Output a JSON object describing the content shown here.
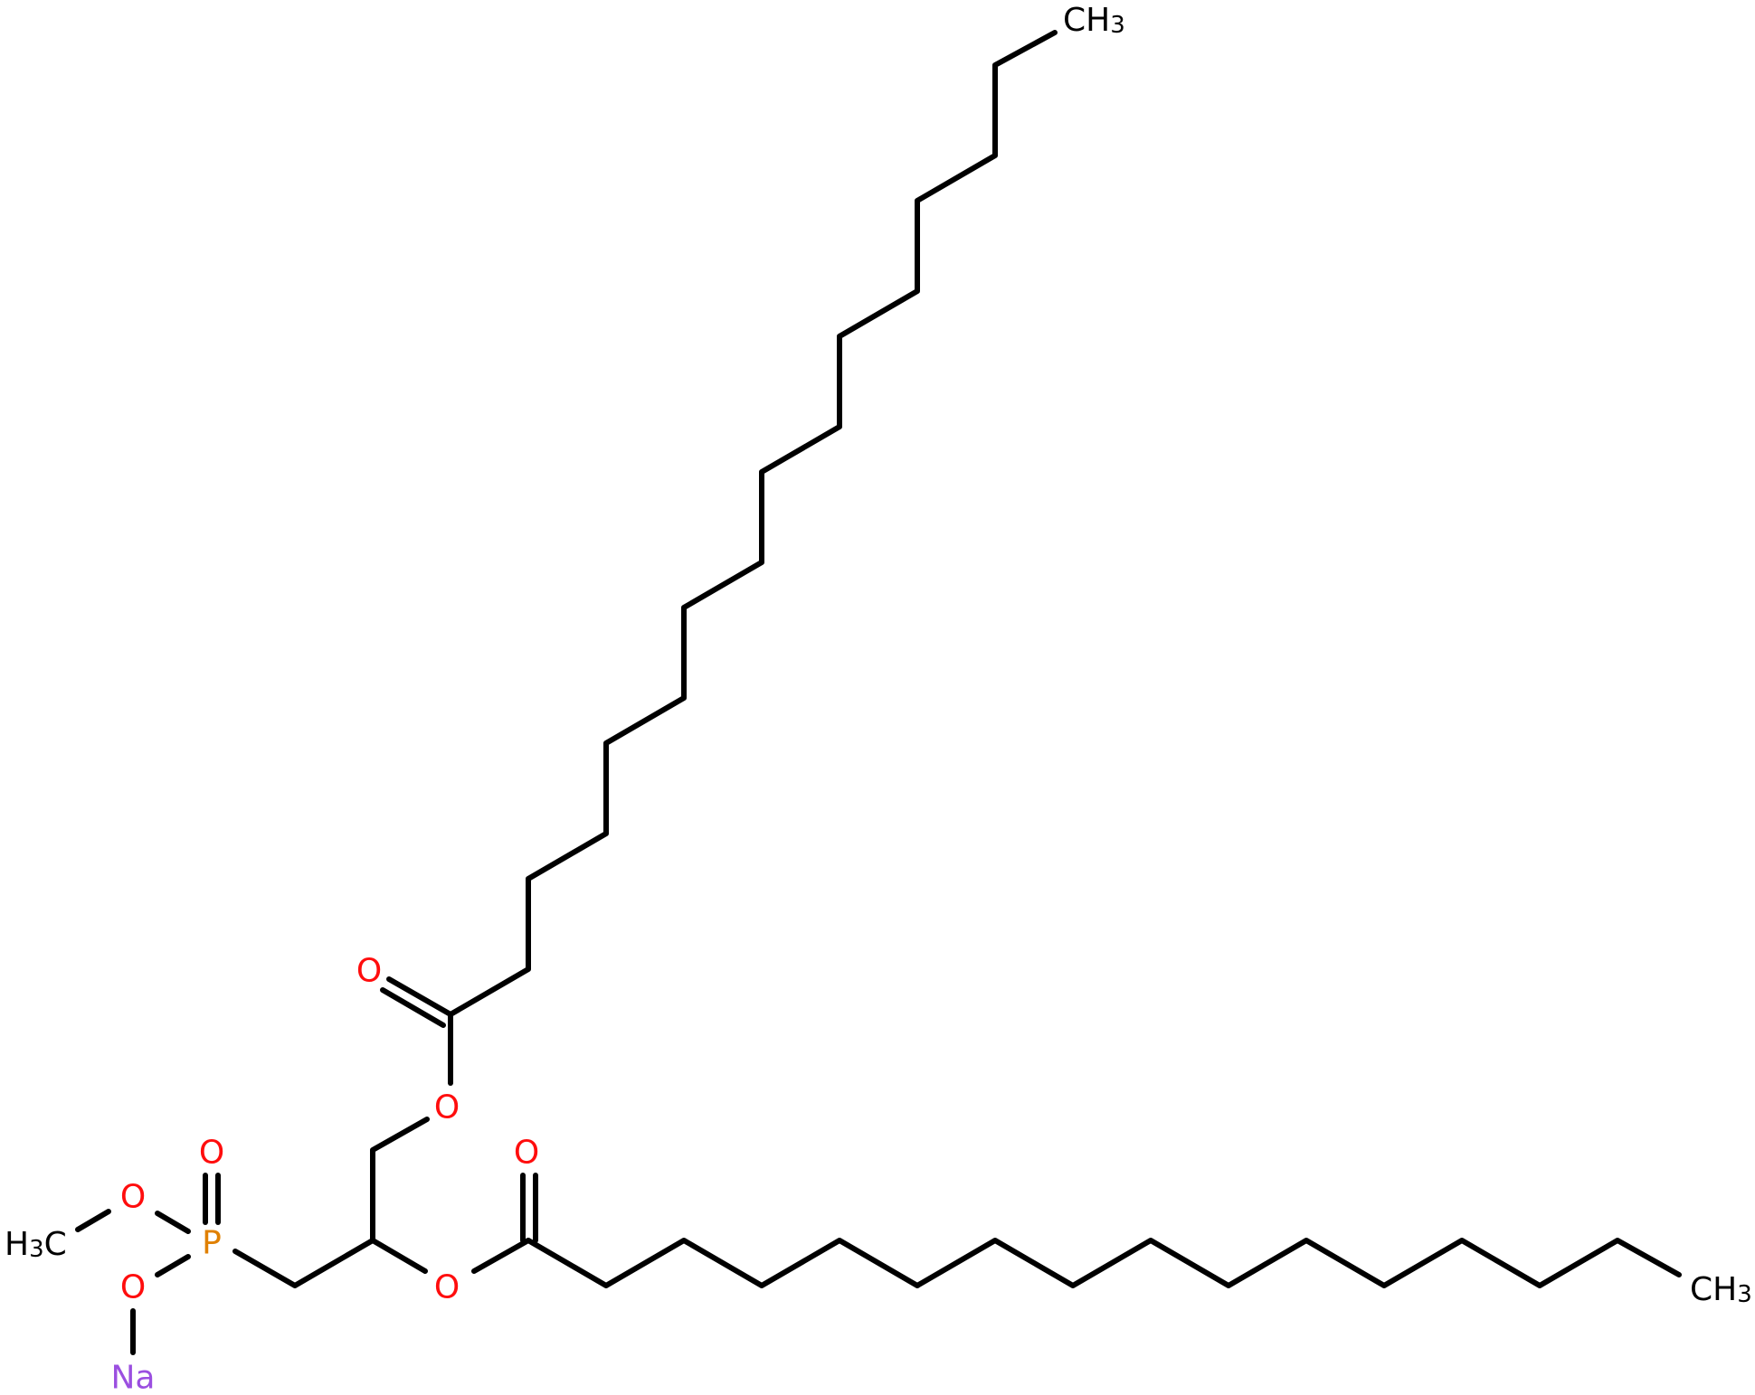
{
  "colors": {
    "bond": "#000000",
    "carbon": "#000000",
    "oxygen": "#ff0d0d",
    "phosphorus": "#e08000",
    "sodium": "#9b4fe0"
  },
  "labels": {
    "ch3_top": {
      "main": "CH",
      "sub": "3"
    },
    "ch3_right": {
      "main": "CH",
      "sub": "3"
    },
    "h3c_left": {
      "pre": "H",
      "sub": "3",
      "post": "C"
    },
    "o_carbonyl_upper": "O",
    "o_ester_upper": "O",
    "o_carbonyl_lower": "O",
    "o_ester_lower": "O",
    "o_phosphoryl": "O",
    "o_methoxy": "O",
    "o_sodium": "O",
    "phosphorus": "P",
    "sodium": "Na"
  }
}
